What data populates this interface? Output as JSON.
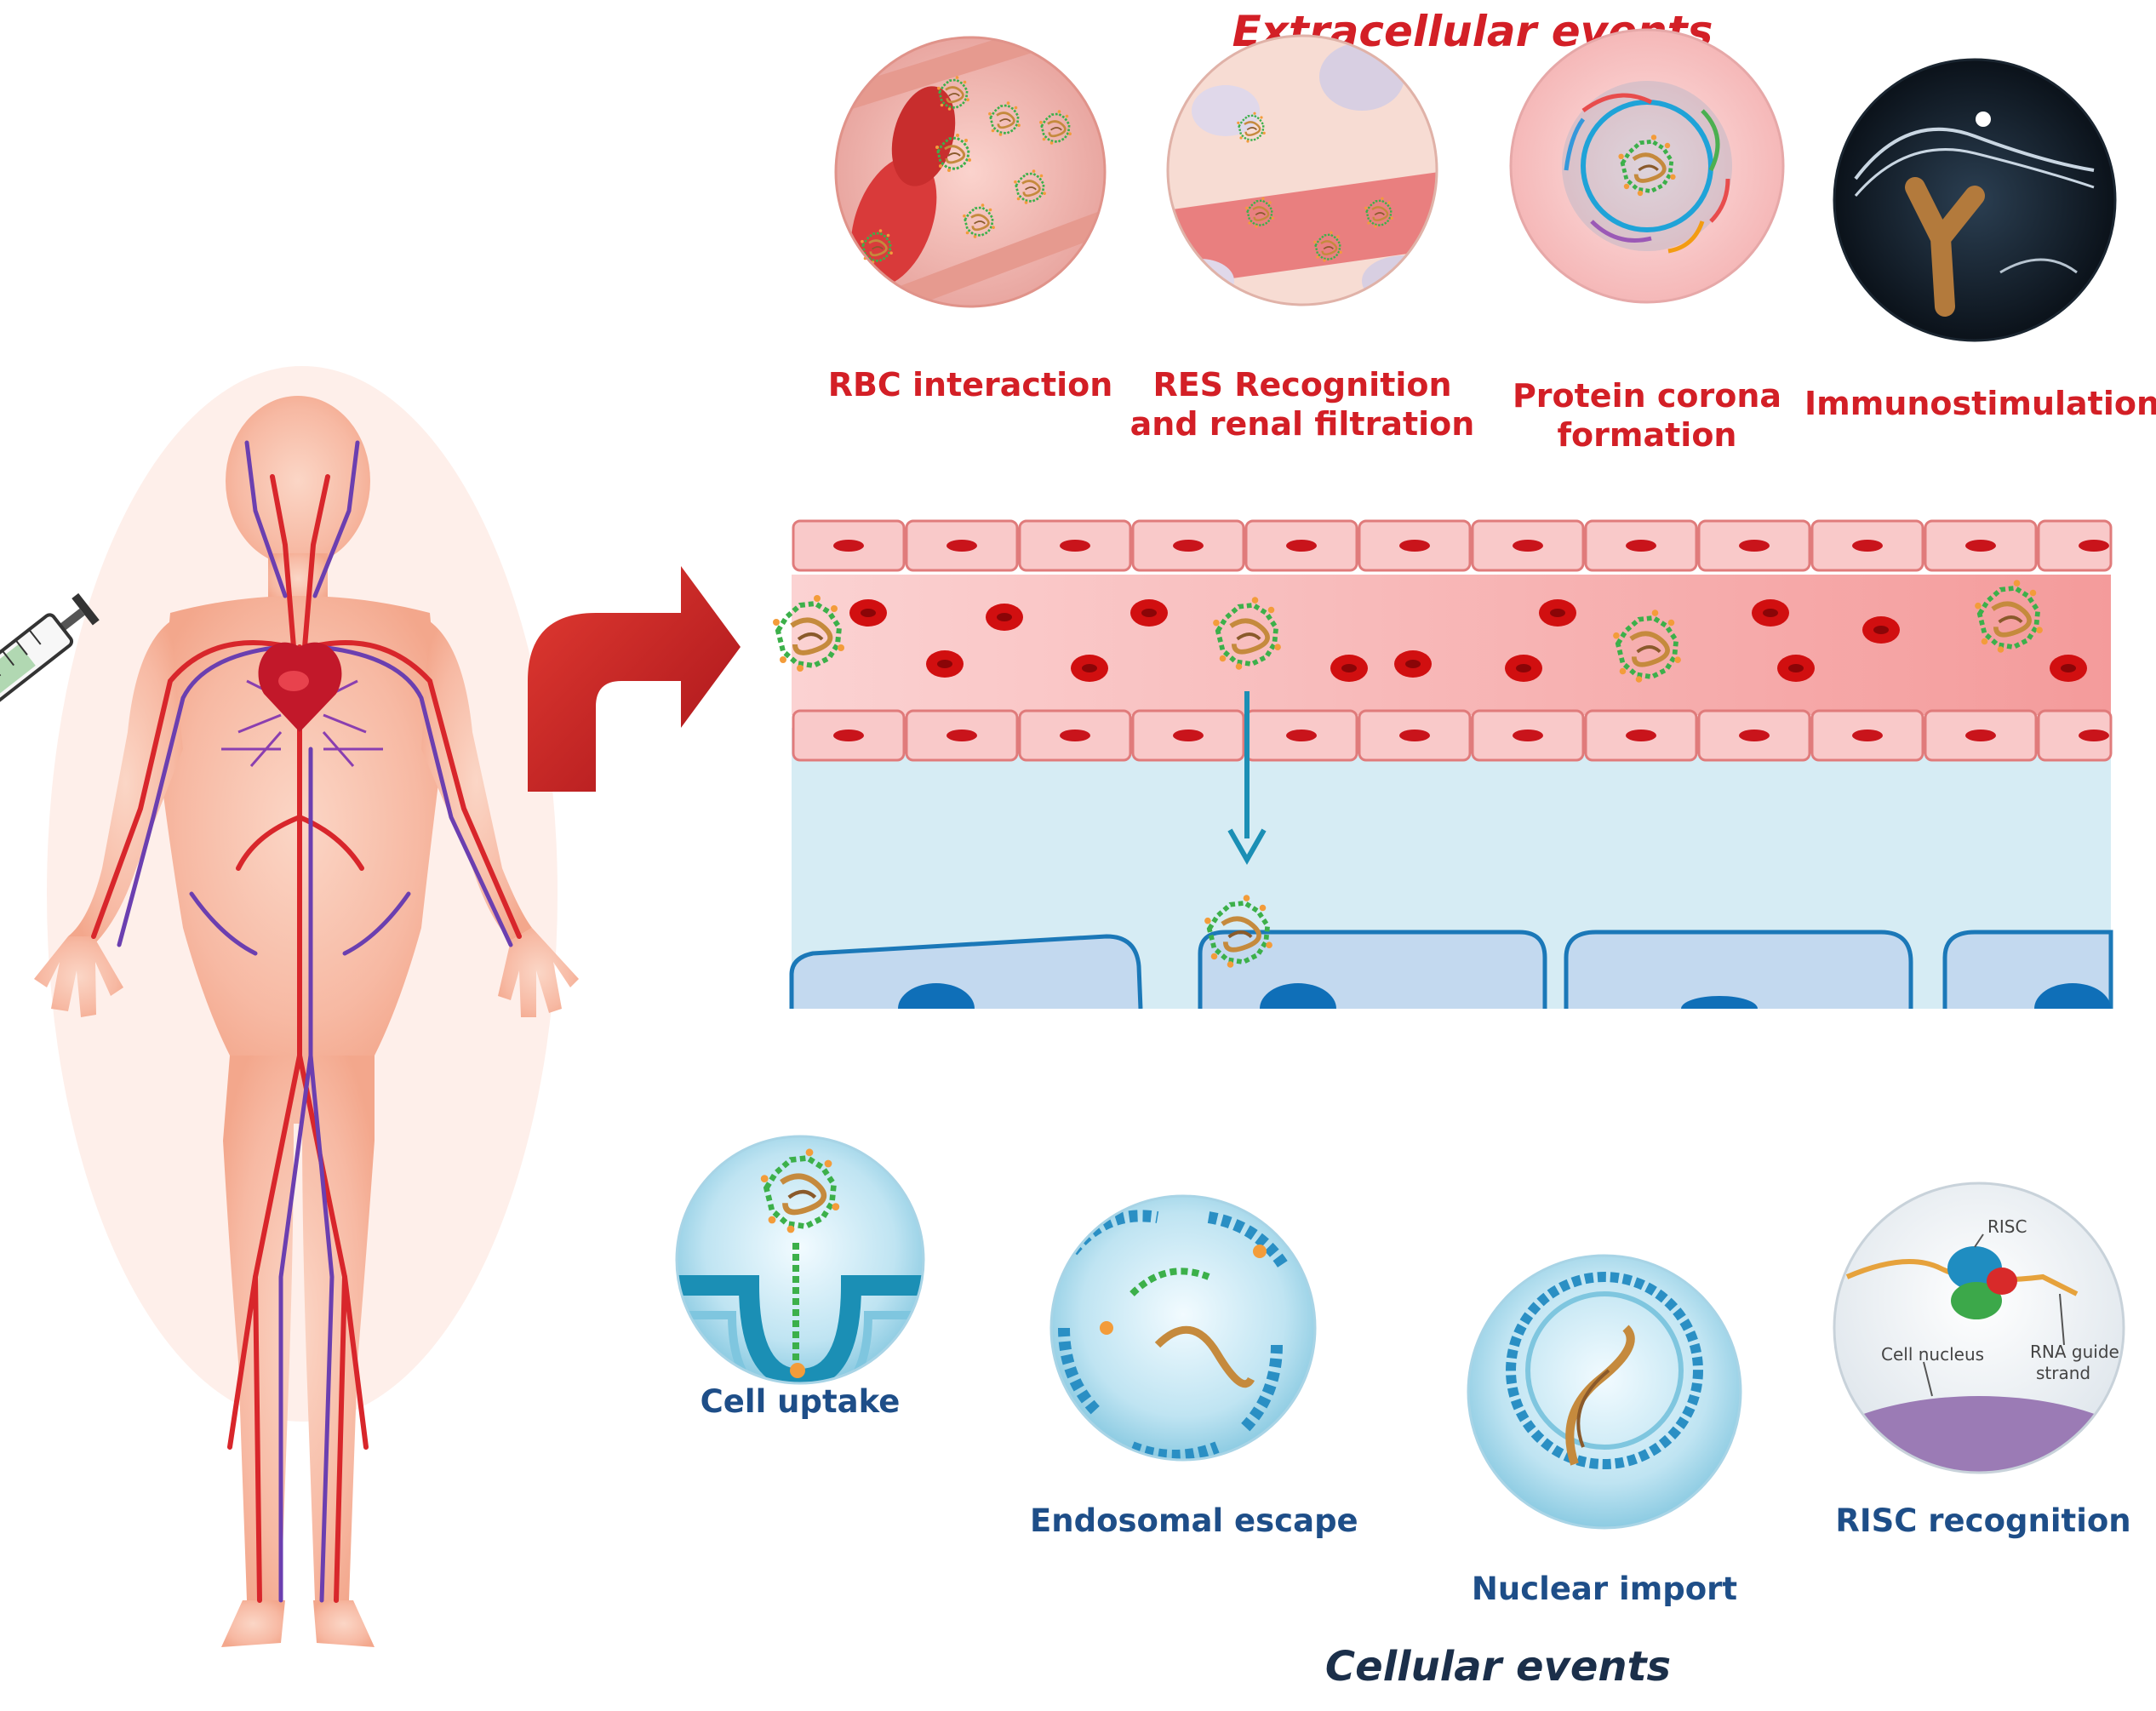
{
  "headings": {
    "extracellular": "Extracellular events",
    "cellular": "Cellular events"
  },
  "extracellular_events": [
    {
      "line1": "RBC interaction",
      "line2": ""
    },
    {
      "line1": "RES Recognition",
      "line2": "and renal filtration"
    },
    {
      "line1": "Protein corona",
      "line2": "formation"
    },
    {
      "line1": "Immunostimulation",
      "line2": ""
    }
  ],
  "cellular_events": [
    {
      "label": "Cell uptake"
    },
    {
      "label": "Endosomal escape"
    },
    {
      "label": "Nuclear import"
    },
    {
      "label": "RISC recognition"
    }
  ],
  "risc_inset": {
    "risc": "RISC",
    "nucleus": "Cell nucleus",
    "guide_line1": "RNA guide",
    "guide_line2": "strand"
  },
  "colors": {
    "extracellular_text": "#d31f26",
    "cellular_text": "#1e4e88",
    "vessel": "#f6b8b8",
    "endothelial_cell": "#f9c9c9",
    "rbc": "#d10f10",
    "interstitium": "#d6ecf4",
    "tissue_cell": "#c3d9ef",
    "cell_outline": "#1b78b8",
    "arrow_red": "#d6282b",
    "arrow_teal": "#1b8fb5",
    "nanoparticle": "#3cb04a"
  },
  "icons": [
    "human-body-circulation-icon",
    "syringe-icon",
    "curved-arrow-icon",
    "nanoparticle-icon",
    "red-blood-cell-icon",
    "down-arrow-icon"
  ]
}
